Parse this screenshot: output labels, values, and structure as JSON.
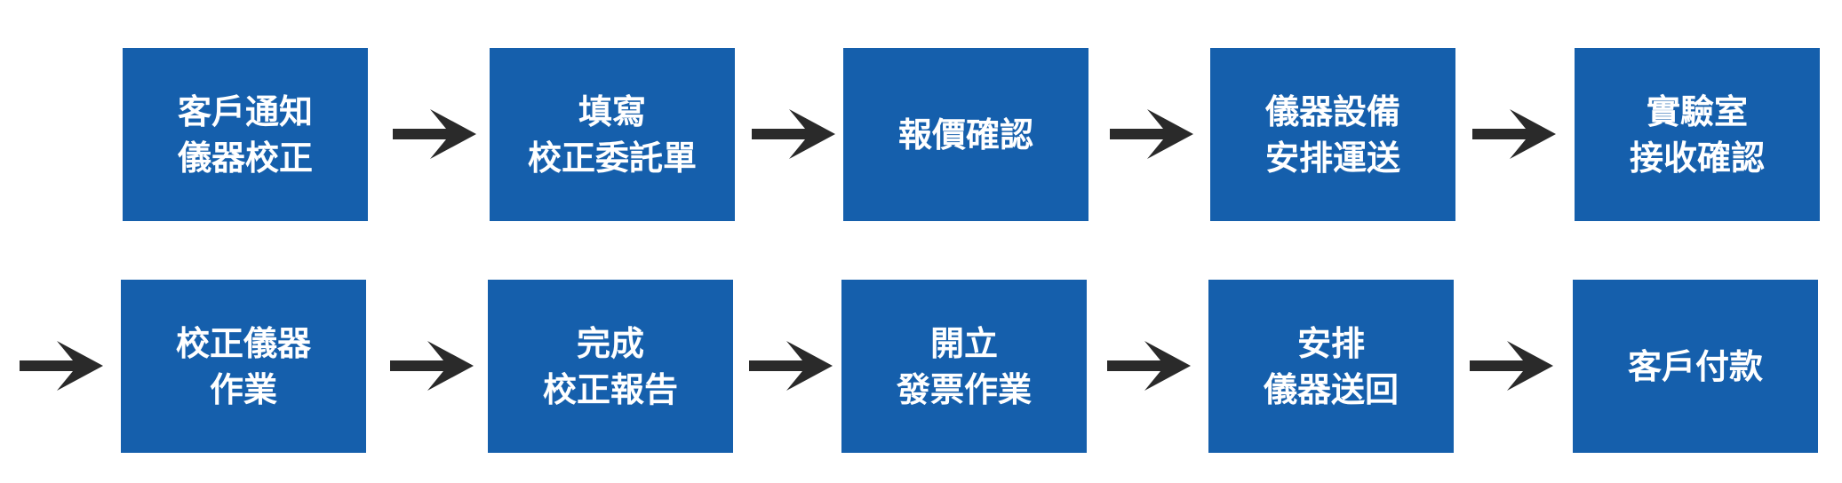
{
  "colors": {
    "box_fill": "#155fac",
    "box_text": "#ffffff",
    "arrow": "#2a2a2a",
    "background": "#ffffff"
  },
  "icons": {
    "connector": "arrow-right-icon"
  },
  "steps": [
    {
      "lines": [
        "客戶通知",
        "儀器校正"
      ]
    },
    {
      "lines": [
        "填寫",
        "校正委託單"
      ]
    },
    {
      "lines": [
        "報價確認"
      ]
    },
    {
      "lines": [
        "儀器設備",
        "安排運送"
      ]
    },
    {
      "lines": [
        "實驗室",
        "接收確認"
      ]
    },
    {
      "lines": [
        "校正儀器",
        "作業"
      ]
    },
    {
      "lines": [
        "完成",
        "校正報告"
      ]
    },
    {
      "lines": [
        "開立",
        "發票作業"
      ]
    },
    {
      "lines": [
        "安排",
        "儀器送回"
      ]
    },
    {
      "lines": [
        "客戶付款"
      ]
    }
  ]
}
